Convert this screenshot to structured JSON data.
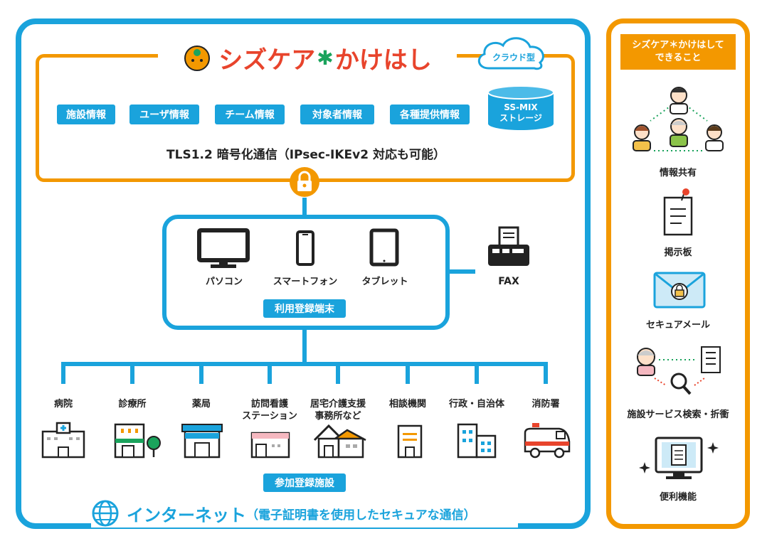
{
  "brand": {
    "name": "シズケア",
    "name_suffix": "かけはし",
    "star": "✱"
  },
  "cloud_label": "クラウド型",
  "cloud_tags": [
    "施設情報",
    "ユーザ情報",
    "チーム情報",
    "対象者情報",
    "各種提供情報"
  ],
  "storage": {
    "line1": "SS-MIX",
    "line2": "ストレージ"
  },
  "tls_note": "TLS1.2 暗号化通信（IPsec-IKEv2 対応も可能）",
  "devices": {
    "pc": "パソコン",
    "smartphone": "スマートフォン",
    "tablet": "タブレット",
    "fax": "FAX",
    "group_label": "利用登録端末"
  },
  "facilities": [
    {
      "line1": "病院",
      "line2": ""
    },
    {
      "line1": "診療所",
      "line2": ""
    },
    {
      "line1": "薬局",
      "line2": ""
    },
    {
      "line1": "訪問看護",
      "line2": "ステーション"
    },
    {
      "line1": "居宅介護支援",
      "line2": "事務所など"
    },
    {
      "line1": "相談機関",
      "line2": ""
    },
    {
      "line1": "行政・自治体",
      "line2": ""
    },
    {
      "line1": "消防署",
      "line2": ""
    }
  ],
  "facilities_label": "参加登録施設",
  "internet": {
    "label": "インターネット",
    "note": "（電子証明書を使用したセキュアな通信）"
  },
  "sidebar": {
    "title_line1": "シズケア＊かけはして",
    "title_line2": "できること",
    "features": [
      "情報共有",
      "掲示板",
      "セキュアメール",
      "施設サービス検索・折衝",
      "便利機能"
    ]
  },
  "colors": {
    "blue": "#1aa3dc",
    "orange": "#f39800",
    "red": "#e8442c"
  }
}
